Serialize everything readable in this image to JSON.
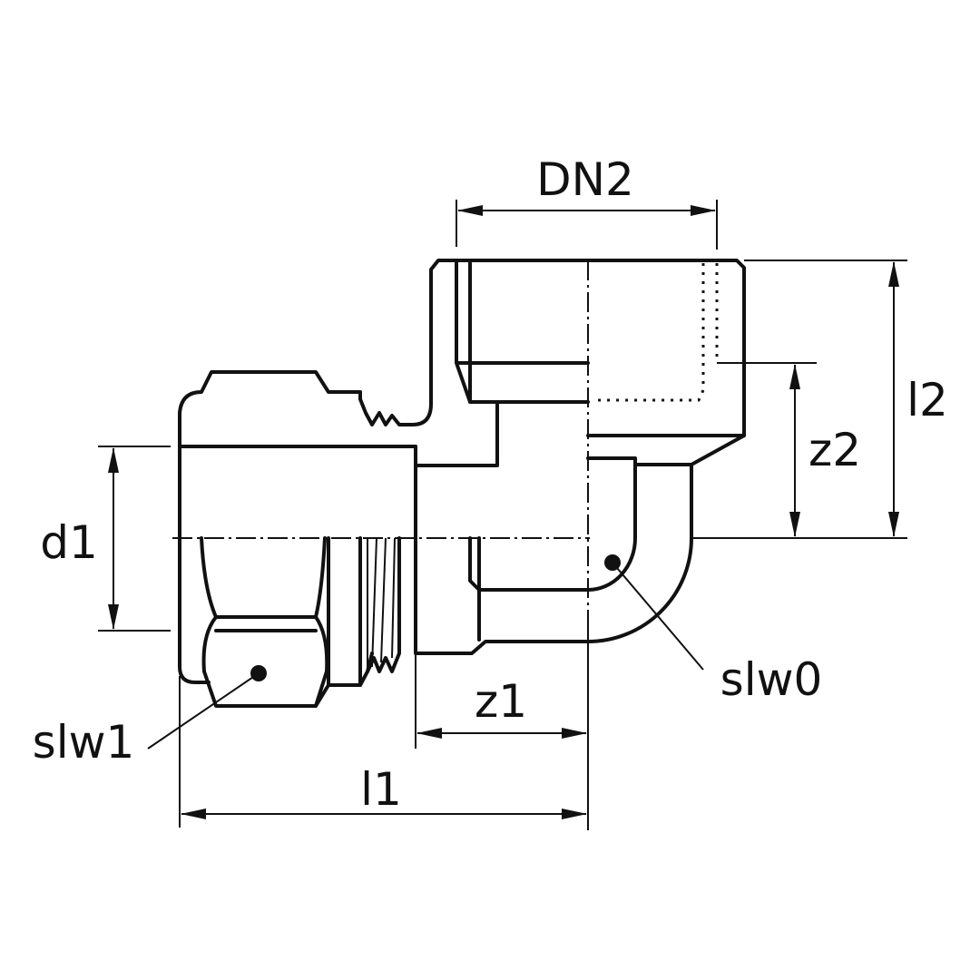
{
  "diagram": {
    "title": "Elbow fitting dimension drawing",
    "labels": {
      "dn2": "DN2",
      "l2": "l2",
      "z2": "z2",
      "d1": "d1",
      "slw0": "slw0",
      "slw1": "slw1",
      "z1": "z1",
      "l1": "l1"
    },
    "colors": {
      "line": "#111111",
      "background": "#ffffff"
    }
  }
}
